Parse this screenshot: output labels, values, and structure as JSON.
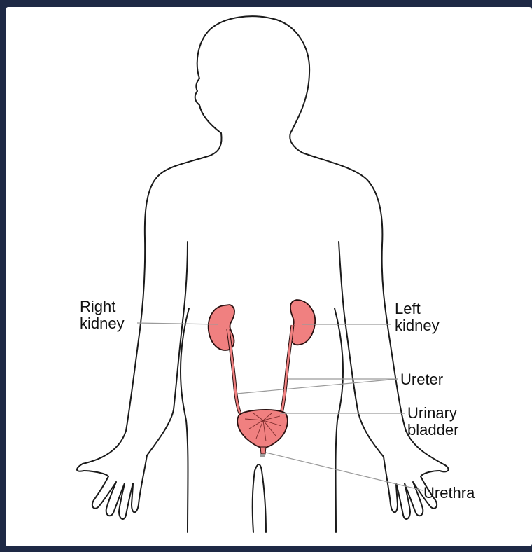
{
  "labels": {
    "right_kidney_line1": "Right",
    "right_kidney_line2": "kidney",
    "left_kidney_line1": "Left",
    "left_kidney_line2": "kidney",
    "ureter": "Ureter",
    "bladder_line1": "Urinary",
    "bladder_line2": "bladder",
    "urethra": "Urethra"
  },
  "colors": {
    "background": "#1e2945",
    "organ_fill": "#f08080",
    "outline": "#1a1a1a"
  }
}
